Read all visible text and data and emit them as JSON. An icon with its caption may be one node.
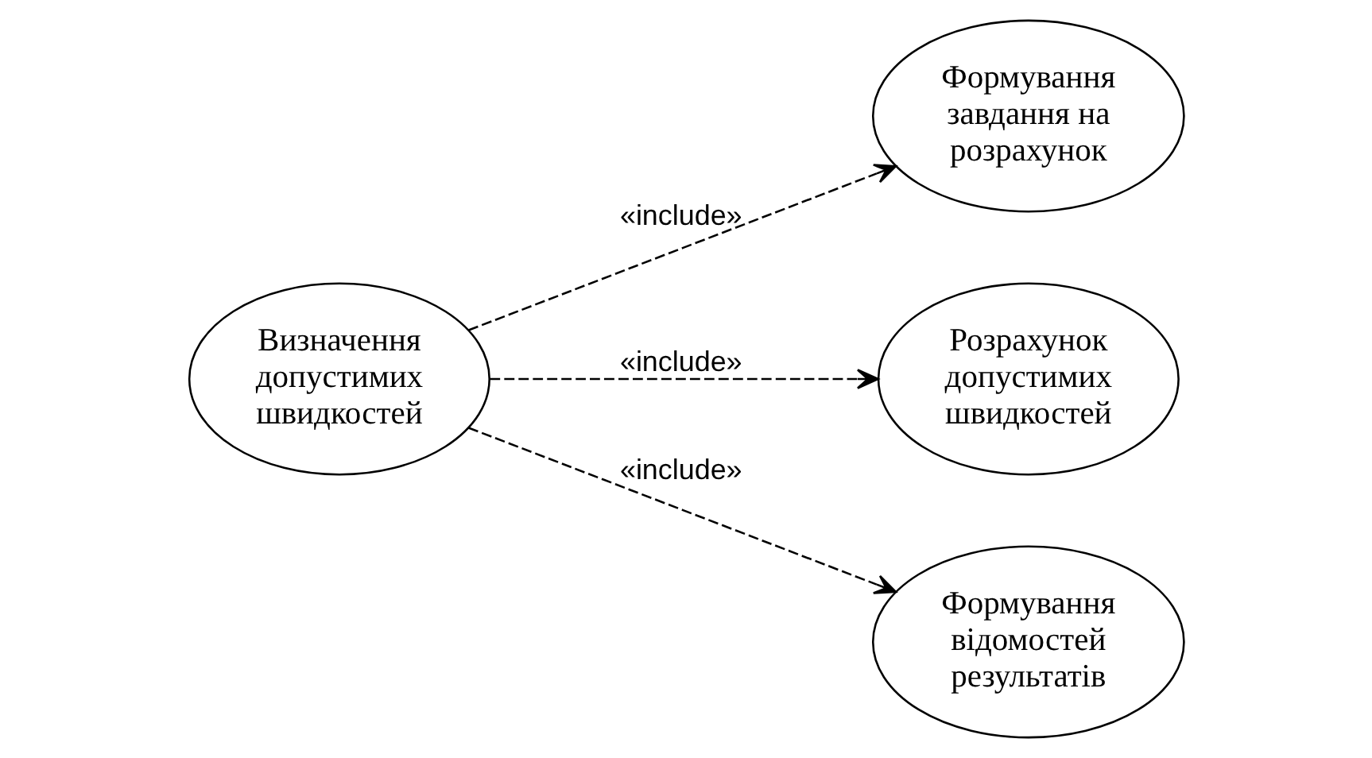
{
  "diagram": {
    "nodes": [
      {
        "text": [
          "Визначення допустимих швидкостей"
        ]
      },
      {
        "text": [
          "Формування завдання на розрахунок"
        ]
      },
      {
        "text": [
          "Розрахунок допустимих швидкостей"
        ]
      },
      {
        "text": [
          "Формування відомостей результатів"
        ]
      }
    ],
    "edges": [
      {
        "from": 0,
        "to": 1,
        "arrow": "to",
        "style": "dashed",
        "label": "«include»"
      },
      {
        "from": 0,
        "to": 2,
        "arrow": "to",
        "style": "dashed",
        "label": "«include»"
      },
      {
        "from": 0,
        "to": 3,
        "arrow": "to",
        "style": "dashed",
        "label": "«include»"
      }
    ]
  }
}
